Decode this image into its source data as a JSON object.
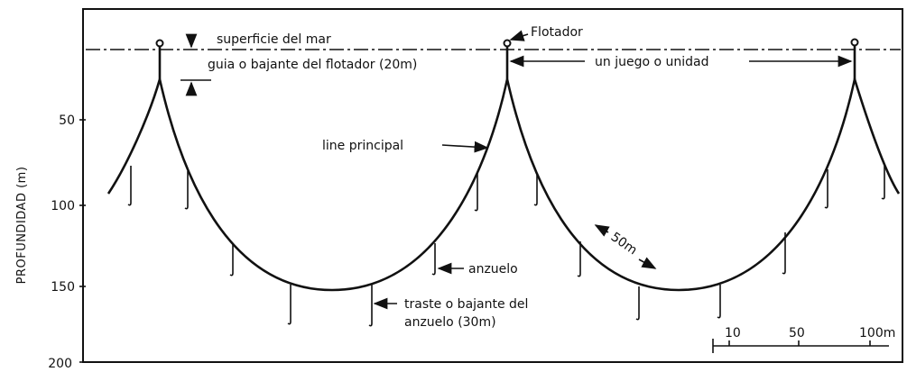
{
  "axis": {
    "ylabel": "PROFUNDIDAD (m)",
    "ticks": [
      "50",
      "100",
      "150",
      "200"
    ]
  },
  "labels": {
    "surface": "superficie del mar",
    "float_line": "guia o bajante del flotador (20m)",
    "float": "Flotador",
    "unit": "un juego o unidad",
    "main_line": "line principal",
    "hook": "anzuelo",
    "branch_line_1": "traste o bajante del",
    "branch_line_2": "anzuelo (30m)",
    "segment": "50m"
  },
  "scale_bar": {
    "labels": [
      "10",
      "50",
      "100m"
    ]
  }
}
